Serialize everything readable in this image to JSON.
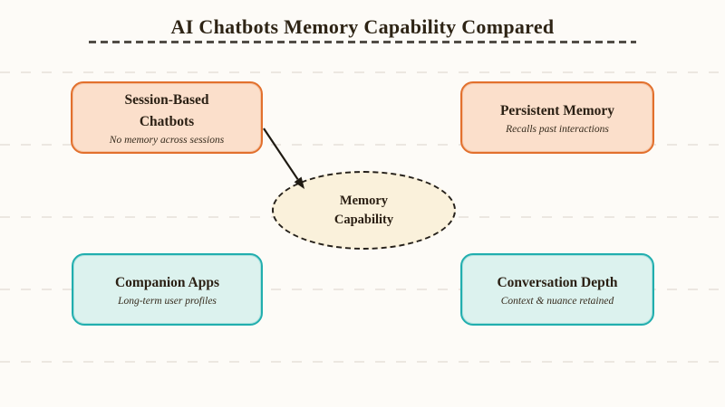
{
  "title": "AI Chatbots Memory Capability Compared",
  "center_node": {
    "label": "Memory\nCapability"
  },
  "nodes": [
    {
      "title": "Session-Based\nChatbots",
      "subtitle": "No memory across sessions",
      "theme": "orange"
    },
    {
      "title": "Persistent Memory",
      "subtitle": "Recalls past interactions",
      "theme": "orange"
    },
    {
      "title": "Companion Apps",
      "subtitle": "Long-term user profiles",
      "theme": "teal"
    },
    {
      "title": "Conversation Depth",
      "subtitle": "Context & nuance retained",
      "theme": "teal"
    }
  ],
  "edges": [
    {
      "from": "Session-Based Chatbots",
      "to": "Memory Capability"
    }
  ],
  "colors": {
    "background": "#FDFBF7",
    "orange_border": "#E2702D",
    "orange_fill": "#FBDFCB",
    "teal_border": "#21AEAE",
    "teal_fill": "#DCF2EE",
    "center_fill": "#FAF1DB",
    "stroke": "#25201A",
    "text": "#2B2014"
  }
}
